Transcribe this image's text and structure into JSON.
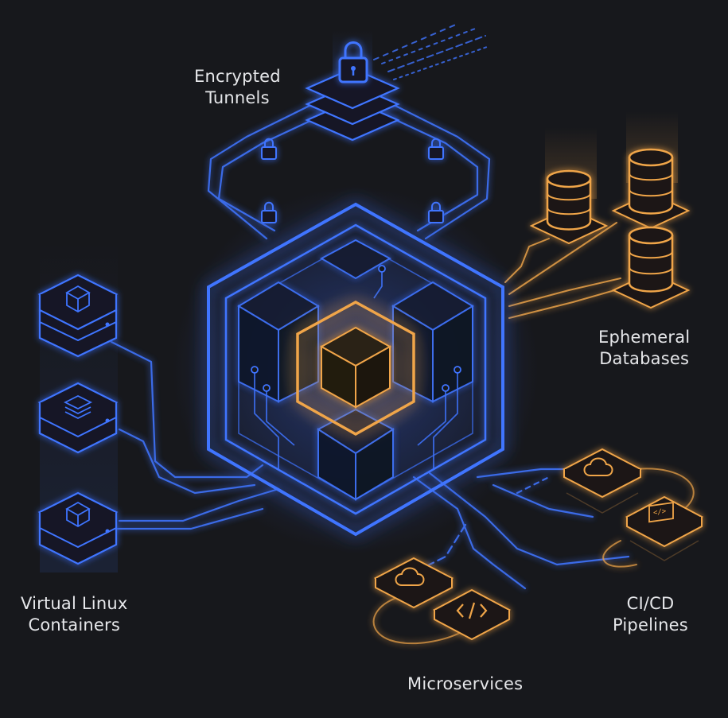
{
  "labels": {
    "encrypted_tunnels": [
      "Encrypted",
      "Tunnels"
    ],
    "ephemeral_databases": [
      "Ephemeral",
      "Databases"
    ],
    "virtual_linux_containers": [
      "Virtual Linux",
      "Containers"
    ],
    "ci_cd_pipelines": [
      "CI/CD",
      "Pipelines"
    ],
    "microservices": [
      "Microservices"
    ]
  },
  "icons": {
    "central_hub": "hexagon-cube-icon",
    "tunnel_lock": "padlock-icon",
    "database": "database-cylinder-icon",
    "container": "server-stack-icon",
    "cloud": "cloud-icon",
    "code": "code-brackets-icon"
  },
  "colors": {
    "background": "#17181c",
    "blue_accent": "#3f74ff",
    "orange_accent": "#f0a54a",
    "label_text": "#e6e7ea"
  }
}
